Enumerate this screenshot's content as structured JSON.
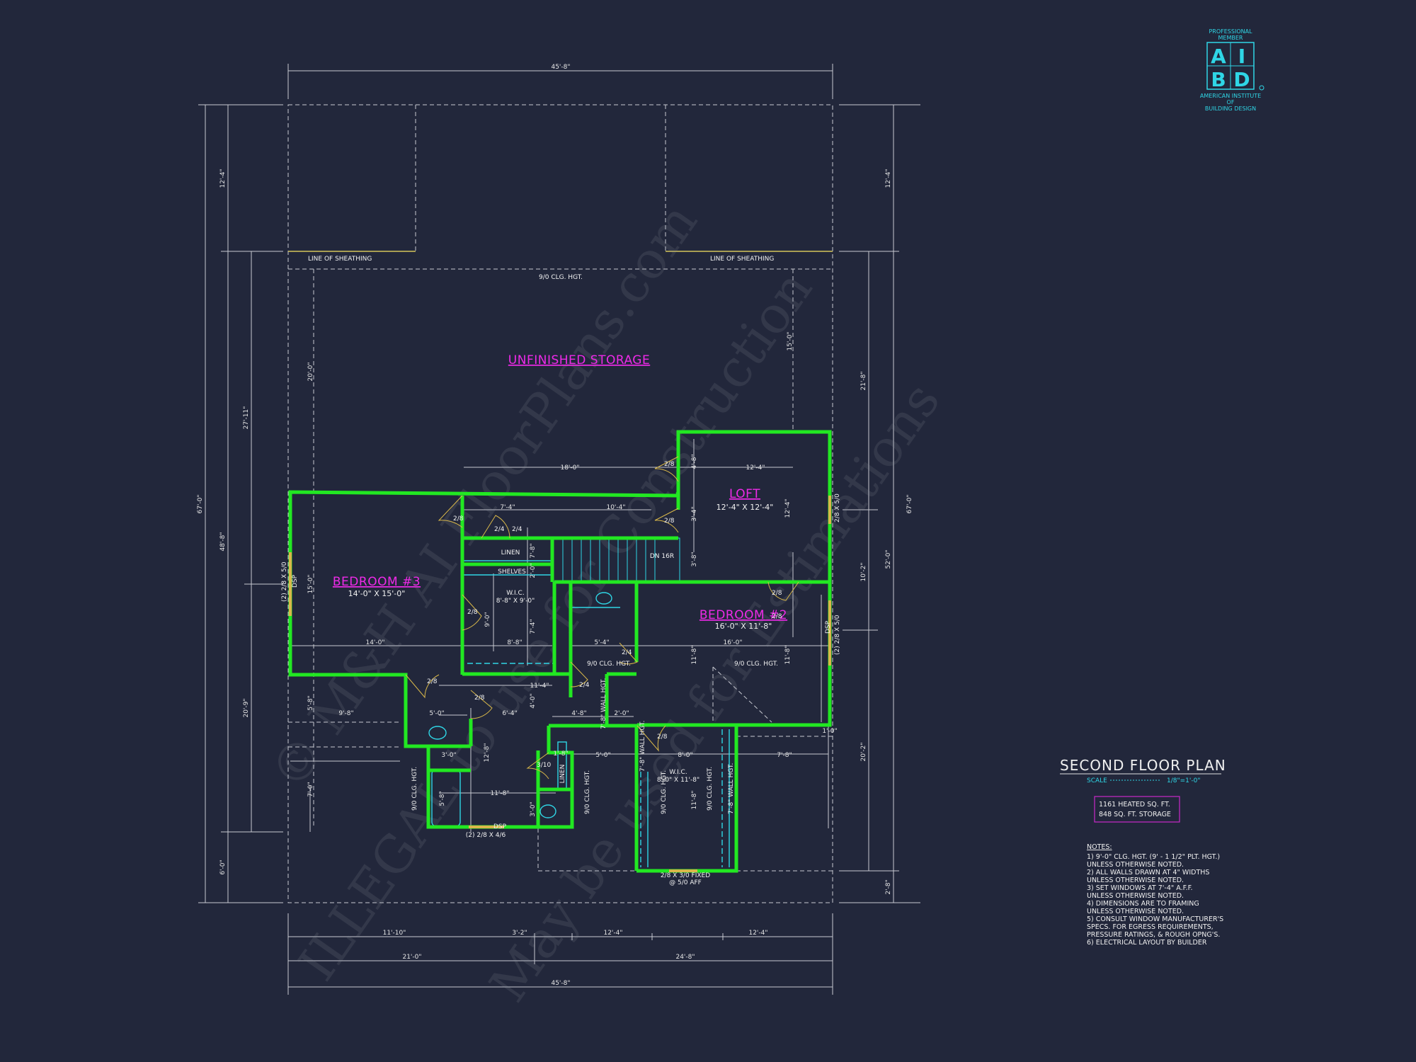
{
  "colors": {
    "background": "#22273b",
    "walls": "#22e822",
    "room_labels": "#ee2ae8",
    "logo": "#2fd6e6",
    "dimension_lines": "#c8cad2"
  },
  "logo": {
    "top": "PROFESSIONAL",
    "member": "MEMBER",
    "letters": [
      "A",
      "I",
      "B",
      "D"
    ],
    "line1": "AMERICAN INSTITUTE",
    "line2": "OF",
    "line3": "BUILDING DESIGN"
  },
  "watermark": {
    "line1": "© M&H AI FloorPlans.com",
    "line2": "ILLEGAL to use for Construction",
    "line3": "May be used for Estimations"
  },
  "title_block": {
    "title": "SECOND FLOOR PLAN",
    "scale_label": "SCALE",
    "scale_value": "1/8\"=1'-0\"",
    "area_heated": "1161 HEATED SQ. FT.",
    "area_storage": "848 SQ. FT. STORAGE"
  },
  "notes": {
    "heading": "NOTES:",
    "lines": [
      "1) 9'-0\"  CLG. HGT. (9' - 1 1/2\" PLT. HGT.)",
      "   UNLESS OTHERWISE NOTED.",
      "2) ALL WALLS DRAWN AT 4\" WIDTHS",
      "   UNLESS OTHERWISE NOTED.",
      "3) SET WINDOWS AT 7'-4\" A.F.F.",
      "   UNLESS OTHERWISE NOTED.",
      "4) DIMENSIONS ARE TO FRAMING",
      "   UNLESS OTHERWISE NOTED.",
      "5) CONSULT WINDOW MANUFACTURER'S",
      "   SPECS. FOR EGRESS REQUIREMENTS,",
      "   PRESSURE RATINGS, & ROUGH OPNG'S.",
      "6) ELECTRICAL LAYOUT BY BUILDER"
    ]
  },
  "rooms": {
    "storage": "UNFINISHED STORAGE",
    "loft": "LOFT",
    "loft_size": "12'-4\" X 12'-4\"",
    "bed3": "BEDROOM #3",
    "bed3_size": "14'-0\" X 15'-0\"",
    "bed2": "BEDROOM #2",
    "bed2_size": "16'-0\" X 11'-8\"",
    "wic1": "W.I.C.",
    "wic1_size": "8'-8\" X 9'-0\"",
    "wic2": "W.I.C.",
    "wic2_size": "8'-0\" X 11'-8\"",
    "linen1": "LINEN",
    "linen2": "LINEN",
    "shelves": "SHELVES",
    "stair": "DN 16R"
  },
  "labels": {
    "sheathing_left": "LINE OF SHEATHING",
    "sheathing_right": "LINE OF SHEATHING",
    "clg_storage": "9/0 CLG. HGT.",
    "clg_bath": "9/0 CLG. HGT.",
    "clg_bed2": "9/0 CLG. HGT.",
    "clg_v1": "9/0 CLG. HGT.",
    "clg_v2": "9/0 CLG. HGT.",
    "clg_v3": "9/0 CLG. HGT.",
    "clg_v4": "9/0 CLG. HGT.",
    "wall_hgt1": "7'-8\" WALL HGT.",
    "wall_hgt2": "7'-8\" WALL HGT.",
    "wall_hgt3": "7'-8\" WALL HGT.",
    "win_bed3": "(2) 2/8 X 5/0",
    "win_bed2": "(2) 2/8 X 5/0",
    "win_loft": "2/8 X 5/0",
    "win_bath": "(2) 2/8 X 4/6",
    "win_wic": "2/8 X 3/0 FIXED",
    "win_wic2": "@ 5/0 AFF",
    "egress1": "DSP",
    "egress2": "DSP",
    "egress3": "DSP",
    "door_28a": "2/8",
    "door_28b": "2/8",
    "door_28c": "2/8",
    "door_28d": "2/8",
    "door_28e": "2/8",
    "door_28f": "2/8",
    "door_28g": "2/8",
    "door_28h": "2/8",
    "door_28i": "2/8",
    "door_24a": "2/4",
    "door_24b": "2/4",
    "door_24c": "2/4",
    "door_24d": "2/4",
    "door_310": "3/10"
  },
  "dims": {
    "top": "45'-8\"",
    "bottom": "45'-8\"",
    "bottom_21": "21'-0\"",
    "bottom_248": "24'-8\"",
    "bottom_1110": "11'-10\"",
    "bottom_32": "3'-2\"",
    "bottom_124a": "12'-4\"",
    "bottom_124b": "12'-4\"",
    "left_67": "67'-0\"",
    "left_488": "48'-8\"",
    "left_124": "12'-4\"",
    "left_2711": "27'-11\"",
    "left_209": "20'-9\"",
    "left_60": "6'-0\"",
    "right_67": "67'-0\"",
    "right_520": "52'-0\"",
    "right_124": "12'-4\"",
    "right_218": "21'-8\"",
    "right_102": "10'-2\"",
    "right_202": "20'-2\"",
    "right_28": "2'-8\"",
    "i_18": "18'-0\"",
    "i_74": "7'-4\"",
    "i_104": "10'-4\"",
    "i_124": "12'-4\"",
    "i_48": "4'-8\"",
    "i_34": "3'-4\"",
    "i_38": "3'-8\"",
    "i_150": "15'-0\"",
    "i_200": "20'-0\"",
    "i_150b": "15'-0\"",
    "i_140": "14'-0\"",
    "i_88": "8'-8\"",
    "i_54": "5'-4\"",
    "i_160": "16'-0\"",
    "i_114": "11'-4\"",
    "i_50": "5'-0\"",
    "i_64": "6'-4\"",
    "i_48b": "4'-8\"",
    "i_20": "2'-0\"",
    "i_98": "9'-8\"",
    "i_30": "3'-0\"",
    "i_50b": "5'-0\"",
    "i_80": "8'-0\"",
    "i_78": "7'-8\"",
    "i_118": "11'-8\"",
    "i_124b": "12'-4\"",
    "i_118b": "11'-8\"",
    "i_78b": "7'-8\"",
    "i_20b": "2'-0\"",
    "i_10b": "1'-0\"",
    "i_90": "9'-0\"",
    "i_74b": "7'-4\"",
    "i_58": "5'-8\"",
    "i_128": "12'-8\"",
    "i_70": "7'-0\"",
    "i_118c": "11'-8\"",
    "i_30b": "3'-0\"",
    "i_48c": "4'-0\"",
    "i_18b": "1'-8\"",
    "i_58b": "5'-8\"",
    "i_118d": "11'-8\""
  }
}
